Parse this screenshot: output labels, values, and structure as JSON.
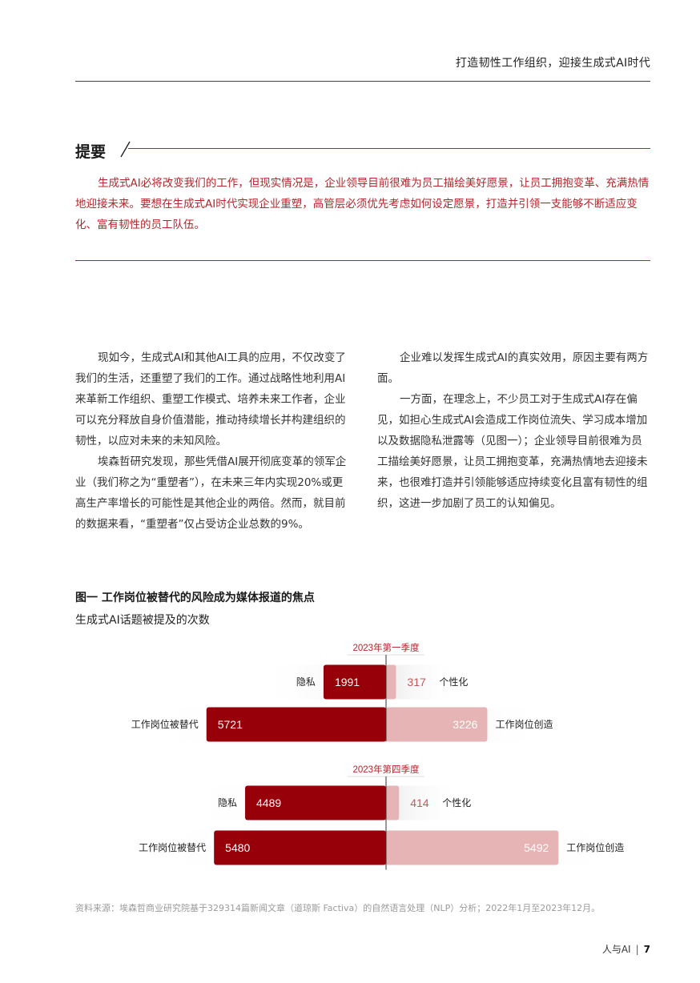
{
  "header": {
    "title": "打造韧性工作组织，迎接生成式AI时代"
  },
  "abstract": {
    "heading": "提要",
    "text": "生成式AI必将改变我们的工作，但现实情况是，企业领导目前很难为员工描绘美好愿景，让员工拥抱变革、充满热情地迎接未来。要想在生成式AI时代实现企业重塑，高管层必须优先考虑如何设定愿景，打造并引领一支能够不断适应变化、富有韧性的员工队伍。"
  },
  "body": {
    "left": [
      "现如今，生成式AI和其他AI工具的应用，不仅改变了我们的生活，还重塑了我们的工作。通过战略性地利用AI来革新工作组织、重塑工作模式、培养未来工作者，企业可以充分释放自身价值潜能，推动持续增长并构建组织的韧性，以应对未来的未知风险。",
      "埃森哲研究发现，那些凭借AI展开彻底变革的领军企业（我们称之为“重塑者”），在未来三年内实现20%或更高生产率增长的可能性是其他企业的两倍。然而，就目前的数据来看，“重塑者”仅占受访企业总数的9%。"
    ],
    "right": [
      "企业难以发挥生成式AI的真实效用，原因主要有两方面。",
      "一方面，在理念上，不少员工对于生成式AI存在偏见，如担心生成式AI会造成工作岗位流失、学习成本增加以及数据隐私泄露等（见图一）；企业领导目前很难为员工描绘美好愿景，让员工拥抱变革，充满热情地去迎接未来，也很难打造并引领能够适应持续变化且富有韧性的组织，这进一步加剧了员工的认知偏见。"
    ]
  },
  "figure": {
    "title": "图一  工作岗位被替代的风险成为媒体报道的焦点",
    "subtitle": "生成式AI话题被提及的次数"
  },
  "chart_data": {
    "type": "bar",
    "subtype": "diverging-horizontal",
    "panels": [
      {
        "label": "2023年第一季度",
        "rows": [
          {
            "left_label": "隐私",
            "left_value": 1991,
            "right_value": 317,
            "right_label": "个性化"
          },
          {
            "left_label": "工作岗位被替代",
            "left_value": 5721,
            "right_value": 3226,
            "right_label": "工作岗位创造"
          }
        ]
      },
      {
        "label": "2023年第四季度",
        "rows": [
          {
            "left_label": "隐私",
            "left_value": 4489,
            "right_value": 414,
            "right_label": "个性化"
          },
          {
            "left_label": "工作岗位被替代",
            "left_value": 5480,
            "right_value": 5492,
            "right_label": "工作岗位创造"
          }
        ]
      }
    ],
    "colors": {
      "left": "#970008",
      "right": "#e6b4b5",
      "panel_label": "#b3262c",
      "right_value_text": "#c8575c"
    }
  },
  "source": "资料来源：埃森哲商业研究院基于329314篇新闻文章（道琼斯 Factiva）的自然语言处理（NLP）分析；2022年1月至2023年12月。",
  "footer": {
    "section": "人与AI",
    "separator": "|",
    "page": "7"
  }
}
